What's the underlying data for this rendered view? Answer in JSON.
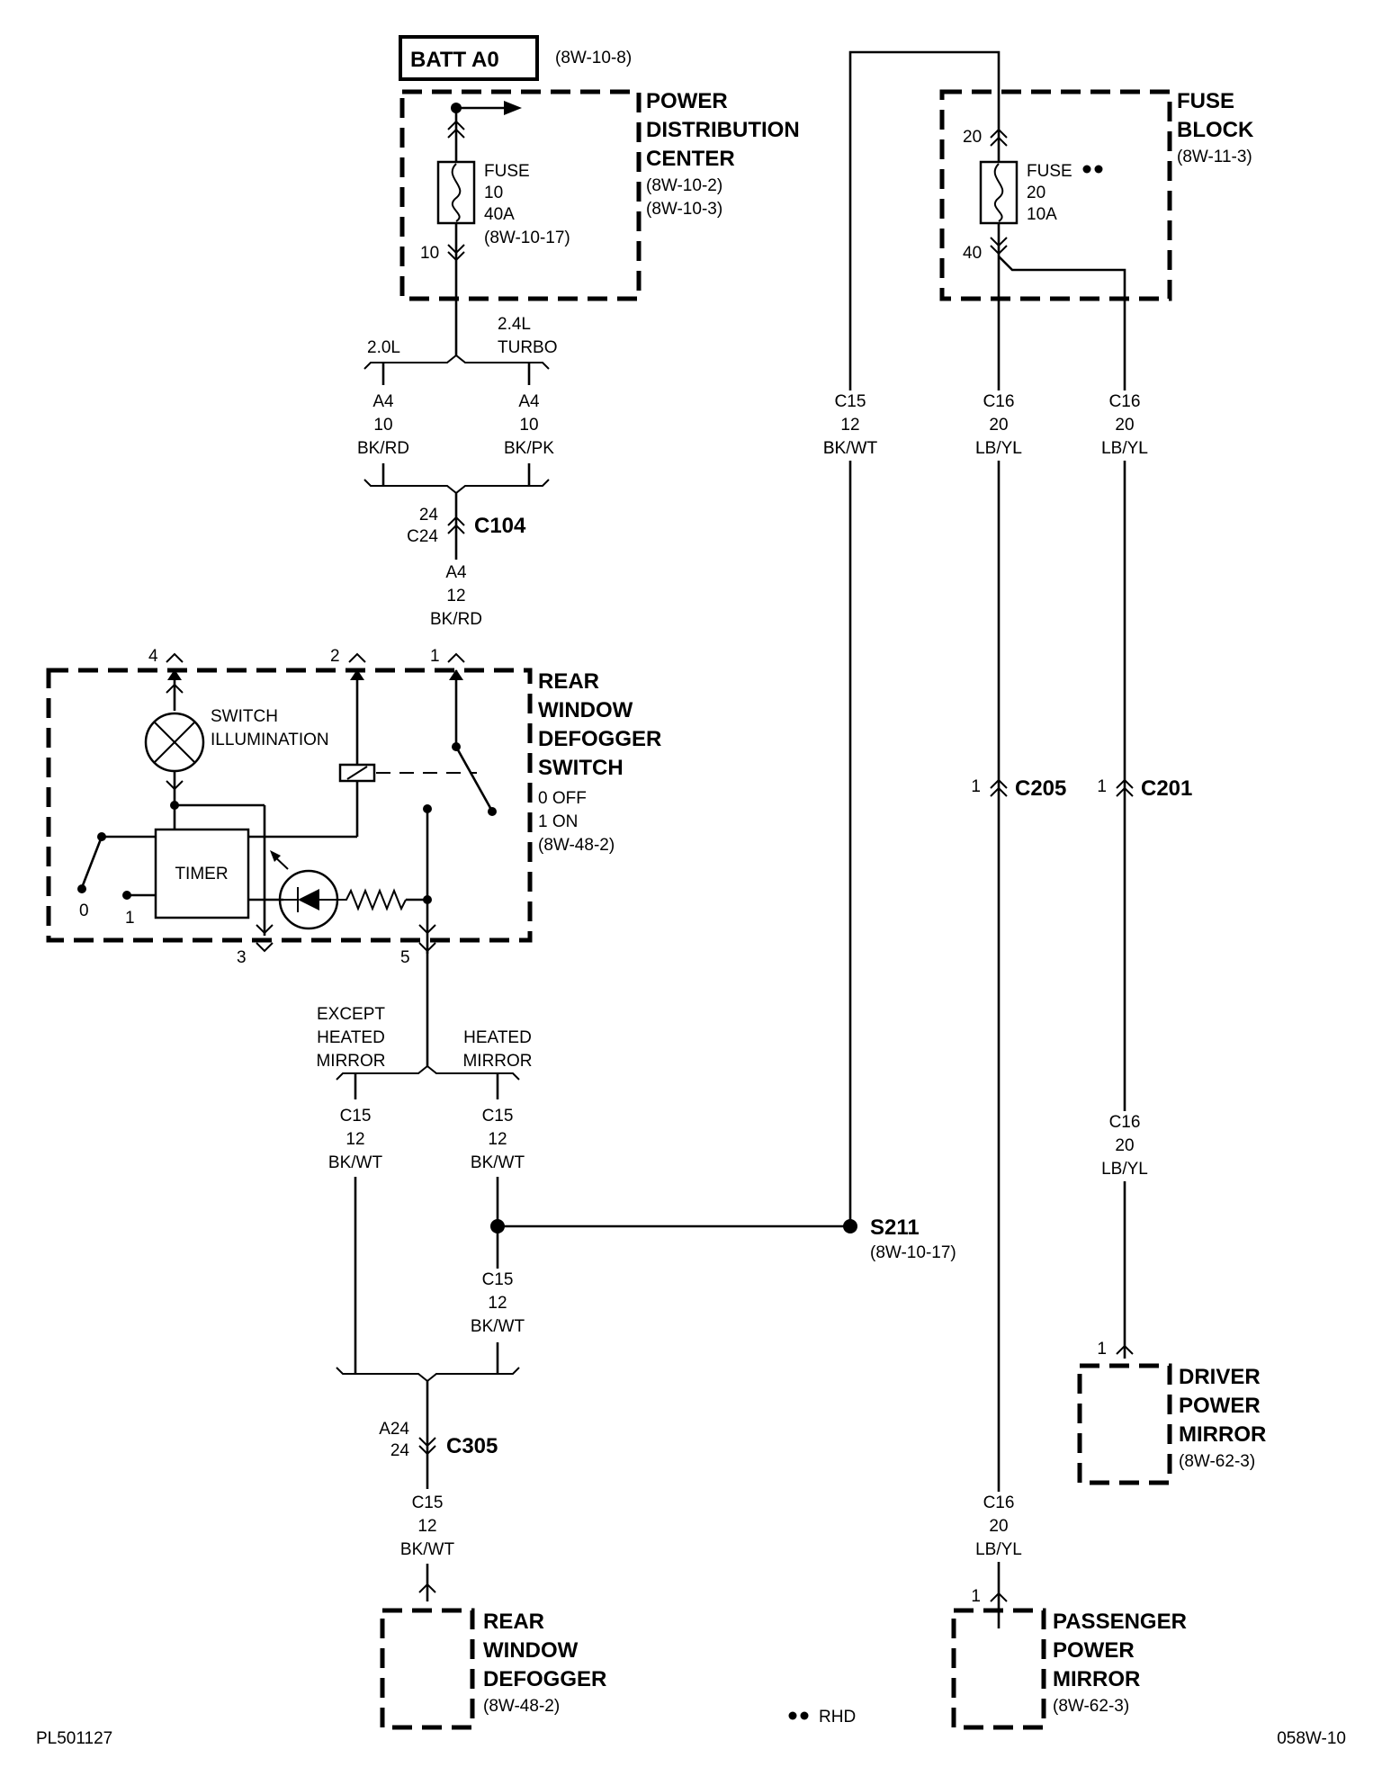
{
  "batt": "BATT A0",
  "batt_ref": "(8W-10-8)",
  "pdc": {
    "title": [
      "POWER",
      "DISTRIBUTION",
      "CENTER"
    ],
    "refs": [
      "(8W-10-2)",
      "(8W-10-3)"
    ],
    "fuse": [
      "FUSE",
      "10",
      "40A",
      "(8W-10-17)"
    ],
    "pin_out": "10"
  },
  "engine_split": {
    "left": "2.0L",
    "right": [
      "2.4L",
      "TURBO"
    ]
  },
  "wire_a4_left": [
    "A4",
    "10",
    "BK/RD"
  ],
  "wire_a4_right": [
    "A4",
    "10",
    "BK/PK"
  ],
  "c104": {
    "name": "C104",
    "pins": [
      "24",
      "C24"
    ]
  },
  "wire_a4_12": [
    "A4",
    "12",
    "BK/RD"
  ],
  "switch": {
    "title": [
      "REAR",
      "WINDOW",
      "DEFOGGER",
      "SWITCH"
    ],
    "notes": [
      "0 OFF",
      "1 ON",
      "(8W-48-2)"
    ],
    "pins": {
      "p1": "1",
      "p2": "2",
      "p3": "3",
      "p4": "4",
      "p5": "5"
    },
    "illum": [
      "SWITCH",
      "ILLUMINATION"
    ],
    "timer": "TIMER",
    "sel0": "0",
    "sel1": "1"
  },
  "mirror_split": {
    "left": [
      "EXCEPT",
      "HEATED",
      "MIRROR"
    ],
    "right": [
      "HEATED",
      "MIRROR"
    ]
  },
  "wire_c15": [
    "C15",
    "12",
    "BK/WT"
  ],
  "wire_c16": [
    "C16",
    "20",
    "LB/YL"
  ],
  "s211": {
    "name": "S211",
    "ref": "(8W-10-17)"
  },
  "c305": {
    "name": "C305",
    "pins": [
      "A24",
      "24"
    ]
  },
  "defogger": {
    "title": [
      "REAR",
      "WINDOW",
      "DEFOGGER"
    ],
    "ref": "(8W-48-2)"
  },
  "fuse_block": {
    "title": [
      "FUSE",
      "BLOCK"
    ],
    "ref": "(8W-11-3)",
    "fuse": [
      "FUSE",
      "20",
      "10A"
    ],
    "pin_in": "20",
    "pin_out": "40"
  },
  "c205": {
    "name": "C205",
    "pin": "1"
  },
  "c201": {
    "name": "C201",
    "pin": "1"
  },
  "driver_mirror": {
    "title": [
      "DRIVER",
      "POWER",
      "MIRROR"
    ],
    "ref": "(8W-62-3)",
    "pin": "1"
  },
  "passenger_mirror": {
    "title": [
      "PASSENGER",
      "POWER",
      "MIRROR"
    ],
    "ref": "(8W-62-3)",
    "pin": "1"
  },
  "footnote": "RHD",
  "code_left": "PL501127",
  "code_right": "058W-10"
}
